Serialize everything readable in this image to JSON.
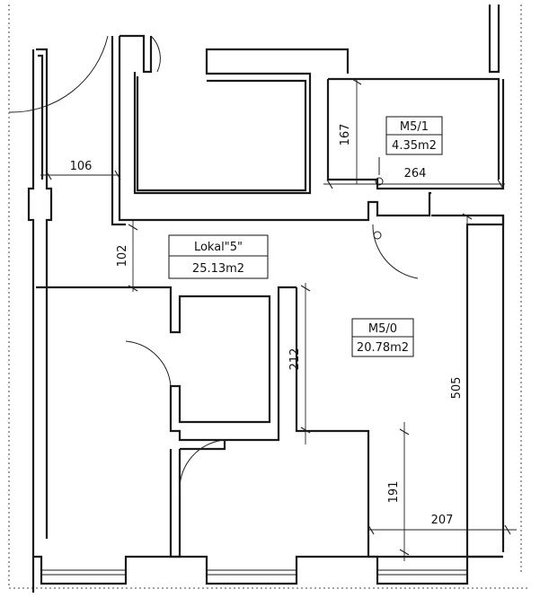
{
  "rooms": [
    {
      "name": "Lokal\"5\"",
      "area": "25.13m2"
    },
    {
      "name": "M5/1",
      "area": "4.35m2"
    },
    {
      "name": "M5/0",
      "area": "20.78m2"
    }
  ],
  "dimensions": {
    "d106": "106",
    "d102": "102",
    "d167": "167",
    "d264": "264",
    "d212": "212",
    "d505": "505",
    "d191": "191",
    "d207": "207"
  }
}
